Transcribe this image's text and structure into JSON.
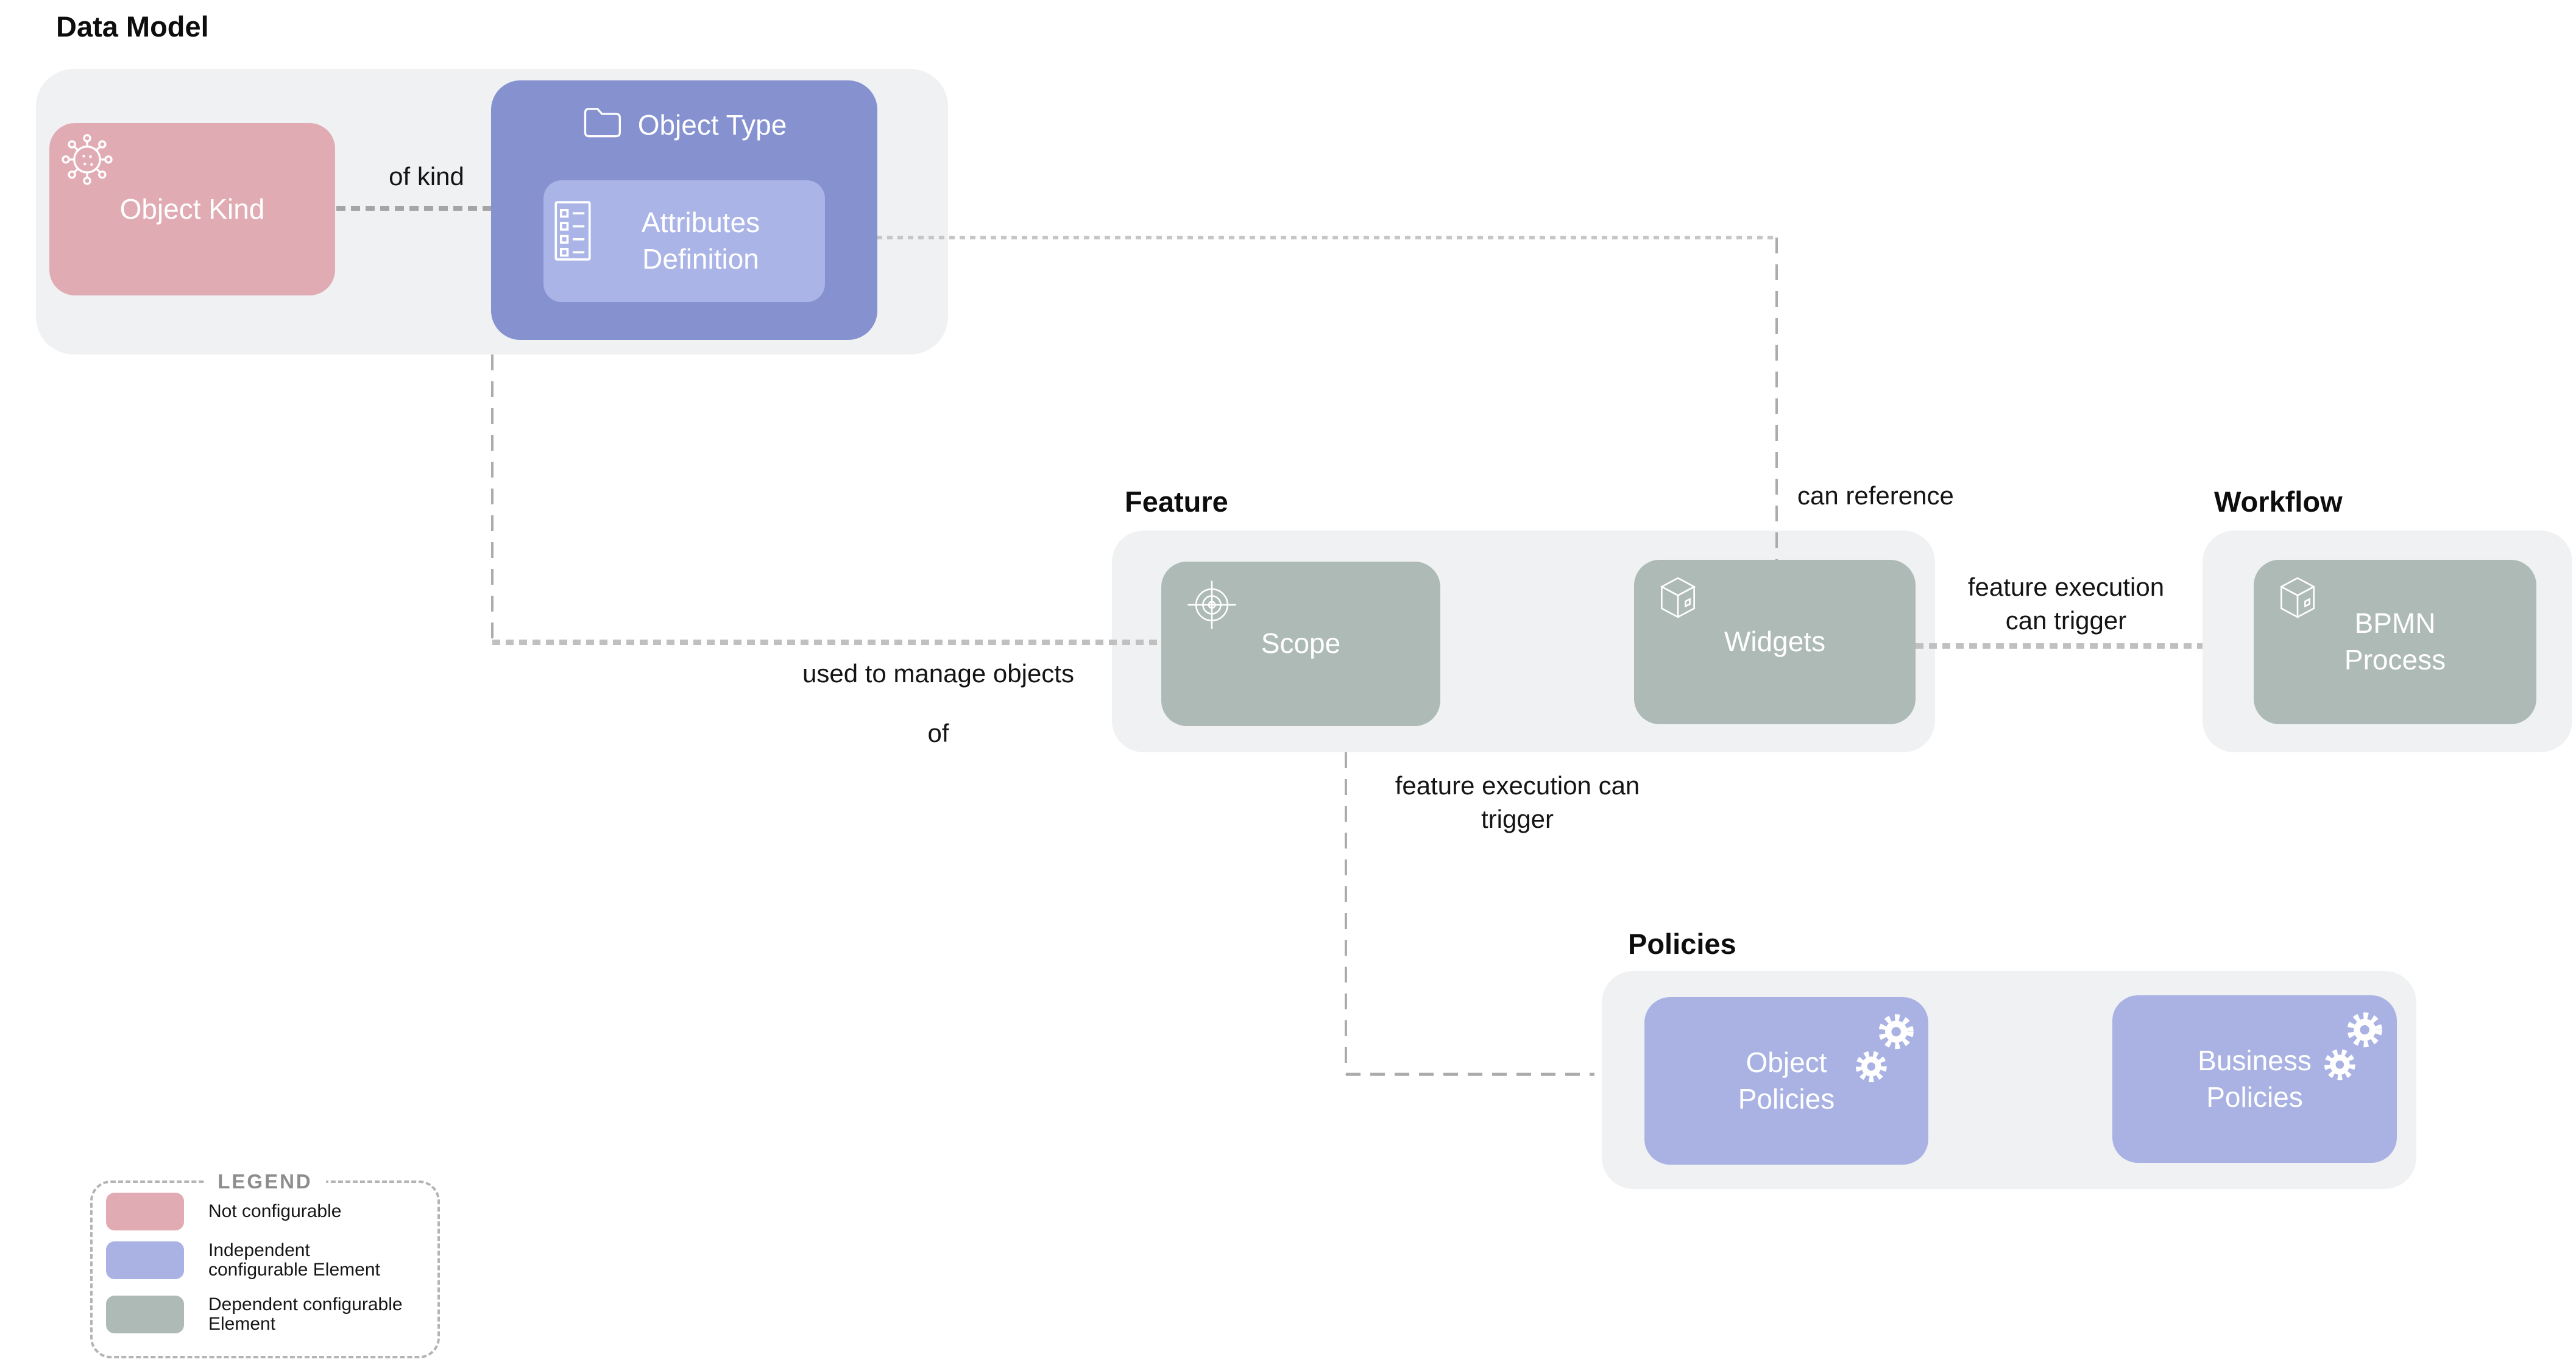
{
  "colors": {
    "container_bg": "#f0f1f3",
    "not_configurable": "#e1abb3",
    "independent_configurable": "#a9b2e3",
    "dependent_configurable": "#aebab6",
    "object_type": "#8691d0",
    "attributes_definition": "#abb4e6",
    "connector_gray": "#b5b5b5",
    "box_text": "#ffffff"
  },
  "sections": {
    "data_model": {
      "title": "Data Model"
    },
    "feature": {
      "title": "Feature"
    },
    "workflow": {
      "title": "Workflow"
    },
    "policies": {
      "title": "Policies"
    }
  },
  "nodes": {
    "object_kind": {
      "label": "Object Kind",
      "icon": "virus-icon"
    },
    "object_type": {
      "label": "Object Type",
      "icon": "folder-icon"
    },
    "attributes_definition": {
      "label": "Attributes Definition",
      "icon": "list-icon"
    },
    "scope": {
      "label": "Scope",
      "icon": "target-icon"
    },
    "widgets": {
      "label": "Widgets",
      "icon": "box-icon"
    },
    "bpmn_process": {
      "label": "BPMN Process",
      "icon": "box-icon"
    },
    "object_policies": {
      "label": "Object Policies",
      "icon": "gears-icon"
    },
    "business_policies": {
      "label": "Business Policies",
      "icon": "gears-icon"
    }
  },
  "connectors": {
    "of_kind": {
      "label": "of kind"
    },
    "can_reference": {
      "label": "can reference"
    },
    "used_to_manage": {
      "line1": "used to manage objects",
      "line2": "of"
    },
    "trigger_right": {
      "line1": "feature execution",
      "line2": "can trigger"
    },
    "trigger_down": {
      "line1": "feature execution can",
      "line2": "trigger"
    }
  },
  "legend": {
    "title": "LEGEND",
    "items": [
      {
        "label": "Not configurable",
        "color": "#e1abb3"
      },
      {
        "label": "Independent configurable Element",
        "color": "#a9b2e3"
      },
      {
        "label": "Dependent configurable Element",
        "color": "#aebab6"
      }
    ]
  }
}
